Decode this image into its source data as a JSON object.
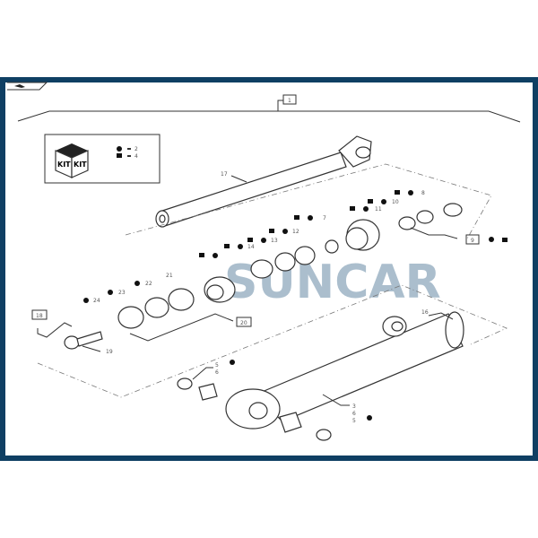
{
  "watermark": "SUNCAR",
  "kit_legend": {
    "box_label_1": "KIT",
    "box_label_2": "KIT",
    "circle_ref": "2",
    "square_ref": "4"
  },
  "callouts": {
    "assembly": "1",
    "rod": "17",
    "ring_8": "8",
    "ring_10": "10",
    "ring_11": "11",
    "gland": "7",
    "ring_12": "12",
    "ring_13": "13",
    "ring_14": "14",
    "group_9": "9",
    "piston": "21",
    "ring_22": "22",
    "ring_23": "23",
    "ring_24": "24",
    "group_18": "18",
    "group_20": "20",
    "bolt": "19",
    "barrel": "16",
    "top_5": "5",
    "top_6": "6",
    "barrel_3": "3",
    "bottom_6": "6",
    "bottom_5": "5"
  },
  "colors": {
    "frame": "#0f3f63",
    "watermark": "#8fa9bd",
    "marker": "#111111"
  }
}
